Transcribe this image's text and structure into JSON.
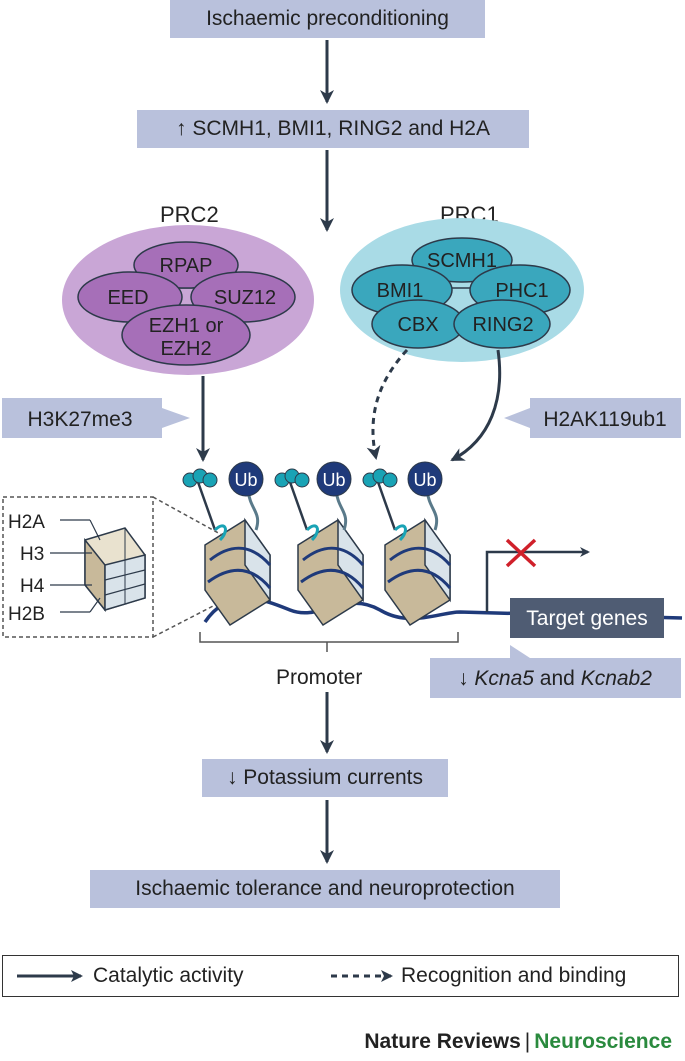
{
  "steps": {
    "preconditioning": "Ischaemic preconditioning",
    "upregulation": "↑ SCMH1, BMI1, RING2 and H2A",
    "potassium": "↓ Potassium currents",
    "tolerance": "Ischaemic tolerance and neuroprotection"
  },
  "prc2": {
    "title": "PRC2",
    "subunits": [
      "RPAP",
      "EED",
      "SUZ12",
      "EZH1 or",
      "EZH2"
    ],
    "mark": "H3K27me3",
    "color": "#c9a6d6",
    "subunit_color": "#a66fb8"
  },
  "prc1": {
    "title": "PRC1",
    "subunits": [
      "SCMH1",
      "BMI1",
      "PHC1",
      "CBX",
      "RING2"
    ],
    "mark": "H2AK119ub1",
    "color": "#a9dbe6",
    "subunit_color": "#3aa7bd"
  },
  "histones": [
    "H2A",
    "H3",
    "H4",
    "H2B"
  ],
  "ubiquitin_label": "Ub",
  "promoter_label": "Promoter",
  "target_genes": "Target genes",
  "downregulated": {
    "arrow": "↓ ",
    "gene1": "Kcna5",
    "conjunction": " and ",
    "gene2": "Kcnab2"
  },
  "legend": {
    "solid": "Catalytic activity",
    "dashed": "Recognition and binding"
  },
  "footer": {
    "journal": "Nature Reviews",
    "separator": "|",
    "section": "Neuroscience"
  },
  "colors": {
    "label_box": "#b9c1dc",
    "arrow": "#2d3a4a",
    "dna": "#1f3a7a",
    "ubiquitin": "#1f3a7a",
    "methyl": "#19a3b5",
    "inhibit_cross": "#d0202a"
  }
}
